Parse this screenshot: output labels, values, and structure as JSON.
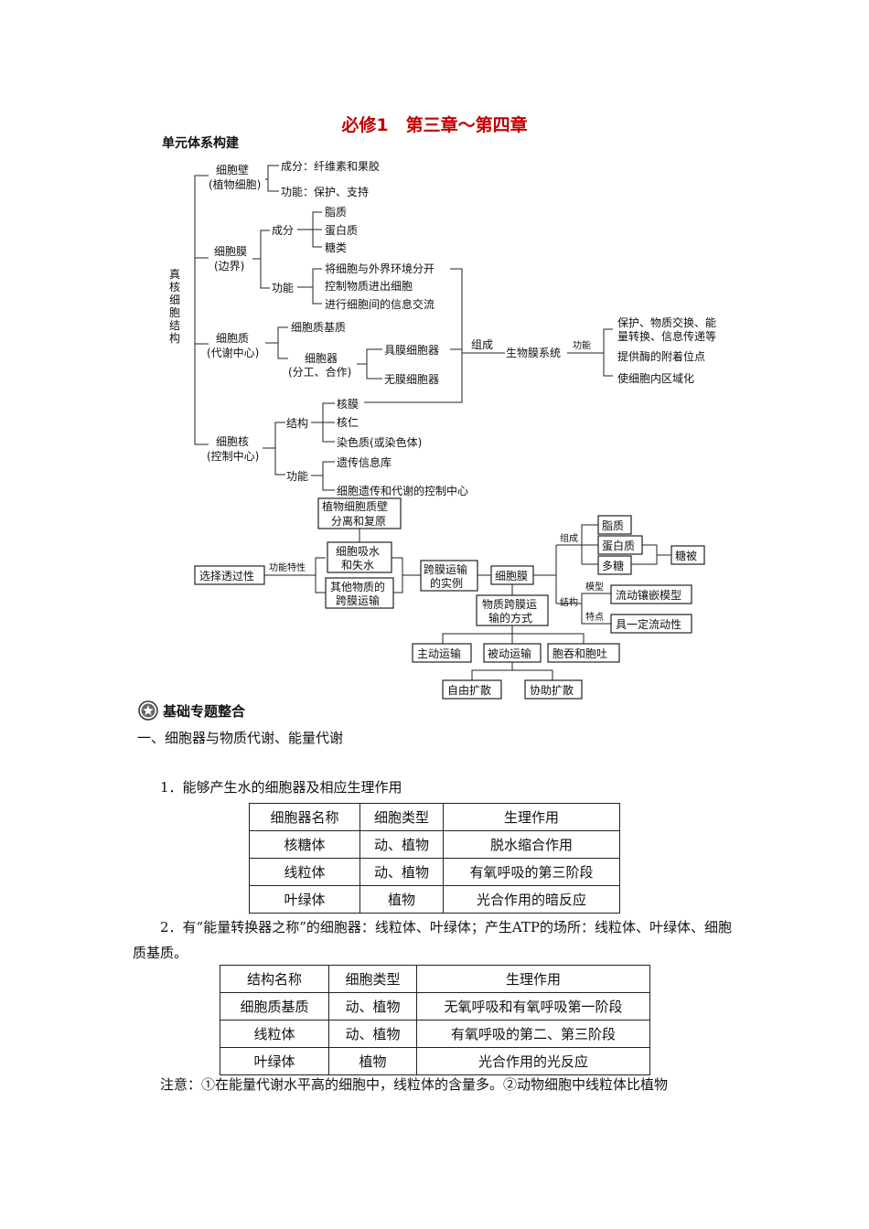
{
  "title": "必修1　第三章～第四章",
  "unit_heading": "单元体系构建",
  "tree": {
    "root": "真核细胞结构",
    "cell_wall": {
      "name_1": "细胞壁",
      "name_2": "(植物细胞)",
      "composition": "成分：纤维素和果胶",
      "function": "功能：保护、支持"
    },
    "cell_membrane": {
      "name_1": "细胞膜",
      "name_2": "(边界)",
      "composition_label": "成分",
      "components": [
        "脂质",
        "蛋白质",
        "糖类"
      ],
      "function_label": "功能",
      "functions": [
        "将细胞与外界环境分开",
        "控制物质进出细胞",
        "进行细胞间的信息交流"
      ]
    },
    "cytoplasm": {
      "name_1": "细胞质",
      "name_2": "(代谢中心)",
      "matrix": "细胞质基质",
      "organelle_1": "细胞器",
      "organelle_2": "(分工、合作)",
      "membranous": "具膜细胞器",
      "non_membranous": "无膜细胞器"
    },
    "nucleus": {
      "name_1": "细胞核",
      "name_2": "(控制中心)",
      "structure_label": "结构",
      "structures": [
        "核膜",
        "核仁",
        "染色质(或染色体)"
      ],
      "function_label": "功能",
      "functions": [
        "遗传信息库",
        "细胞遗传和代谢的控制中心"
      ]
    },
    "compose_label": "组成",
    "biomembrane_system": "生物膜系统",
    "function_label": "功能",
    "system_functions": [
      "保护、物质交换、能",
      "量转换、信息传递等",
      "提供酶的附着位点",
      "使细胞内区域化"
    ]
  },
  "flow": {
    "plasmolysis_1": "植物细胞质壁",
    "plasmolysis_2": "分离和复原",
    "water_1": "细胞吸水",
    "water_2": "和失水",
    "other_1": "其他物质的",
    "other_2": "跨膜运输",
    "selective": "选择透过性",
    "function_property": "功能特性",
    "transport_example_1": "跨膜运输",
    "transport_example_2": "的实例",
    "membrane": "细胞膜",
    "compose_label": "组成",
    "lipid": "脂质",
    "protein": "蛋白质",
    "polysaccharide": "多糖",
    "glycocalyx": "糖被",
    "structure_label": "结构",
    "model_label": "模型",
    "model": "流动镶嵌模型",
    "feature_label": "特点",
    "feature": "具一定流动性",
    "ways_1": "物质跨膜运",
    "ways_2": "输的方式",
    "active": "主动运输",
    "passive": "被动运输",
    "endo_exo": "胞吞和胞吐",
    "free_diffusion": "自由扩散",
    "facilitated": "协助扩散"
  },
  "section_heading": "基础专题整合",
  "section_icon": "star-badge-icon",
  "subsection_1": "一、细胞器与物质代谢、能量代谢",
  "para_1": "1．能够产生水的细胞器及相应生理作用",
  "table_1": [
    [
      "细胞器名称",
      "细胞类型",
      "生理作用"
    ],
    [
      "核糖体",
      "动、植物",
      "脱水缩合作用"
    ],
    [
      "线粒体",
      "动、植物",
      "有氧呼吸的第三阶段"
    ],
    [
      "叶绿体",
      "植物",
      "光合作用的暗反应"
    ]
  ],
  "para_2": "2．有“能量转换器之称”的细胞器：线粒体、叶绿体；产生ATP的场所：线粒体、叶绿体、细胞质基质。",
  "table_2": [
    [
      "结构名称",
      "细胞类型",
      "生理作用"
    ],
    [
      "细胞质基质",
      "动、植物",
      "无氧呼吸和有氧呼吸第一阶段"
    ],
    [
      "线粒体",
      "动、植物",
      "有氧呼吸的第二、第三阶段"
    ],
    [
      "叶绿体",
      "植物",
      "光合作用的光反应"
    ]
  ],
  "note": "注意：①在能量代谢水平高的细胞中，线粒体的含量多。②动物细胞中线粒体比植物"
}
